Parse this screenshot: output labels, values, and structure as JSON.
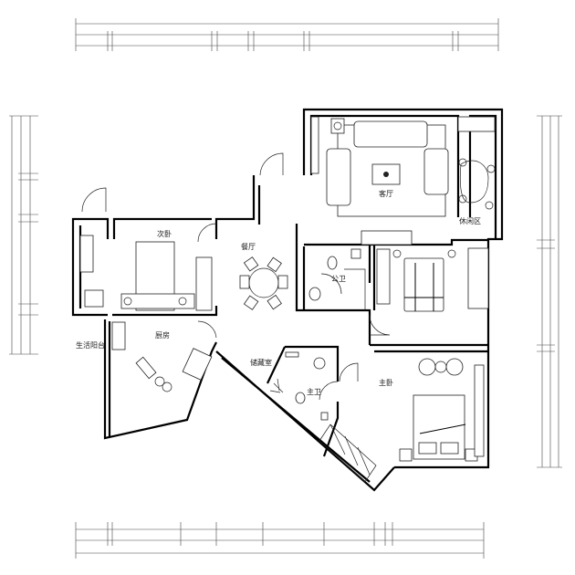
{
  "plan": {
    "rooms": {
      "living_room": "客厅",
      "leisure_area": "休闲区",
      "second_bedroom": "次卧",
      "dining_room": "餐厅",
      "public_bathroom": "公卫",
      "utility_balcony": "生活阳台",
      "kitchen": "厨房",
      "storage": "储藏室",
      "master_bathroom": "主卫",
      "master_bedroom": "主卧"
    }
  }
}
